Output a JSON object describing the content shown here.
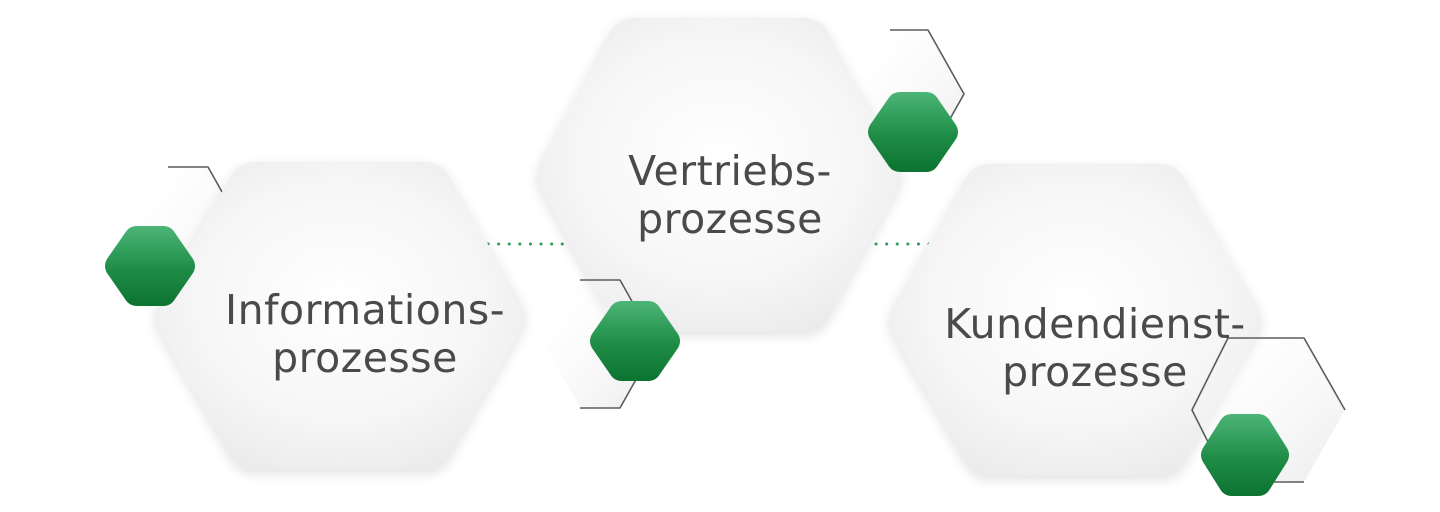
{
  "colors": {
    "hex_fill_light": "#ffffff",
    "hex_fill_dark": "#ebebed",
    "outline_stroke": "#5c5c5c",
    "accent_green_light": "#3fa86a",
    "accent_green_dark": "#0e7a35",
    "connector_dots": "#2e9e59",
    "text": "#4a4a4a"
  },
  "processes": [
    {
      "line1": "Informations-",
      "line2": "prozesse"
    },
    {
      "line1": "Vertriebs-",
      "line2": "prozesse"
    },
    {
      "line1": "Kundendienst-",
      "line2": "prozesse"
    }
  ],
  "connectors": [
    {
      "from": "Informations-prozesse",
      "to": "Vertriebs-prozesse",
      "style": "dotted"
    },
    {
      "from": "Vertriebs-prozesse",
      "to": "Kundendienst-prozesse",
      "style": "dotted"
    }
  ]
}
